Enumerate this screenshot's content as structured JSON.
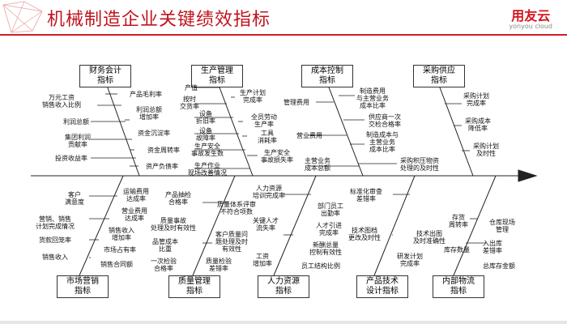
{
  "title": "机械制造企业关键绩效指标",
  "brand": {
    "name": "用友云",
    "sub": "yonyou cloud"
  },
  "categories_top": [
    {
      "id": "finance",
      "label": "财务会计\n指标"
    },
    {
      "id": "production",
      "label": "生产管理\n指标"
    },
    {
      "id": "cost",
      "label": "成本控制\n指标"
    },
    {
      "id": "procurement",
      "label": "采购供应\n指标"
    }
  ],
  "categories_bottom": [
    {
      "id": "marketing",
      "label": "市场营销\n指标"
    },
    {
      "id": "quality",
      "label": "质量管理\n指标"
    },
    {
      "id": "hr",
      "label": "人力资源\n指标"
    },
    {
      "id": "tech",
      "label": "产品技术\n设计指标"
    },
    {
      "id": "logistics",
      "label": "内部物流\n指标"
    }
  ],
  "labels": {
    "finance": [
      "产品毛利率",
      "万元工资\n销售收入比例",
      "利润总额\n增加率",
      "利润总额",
      "资金沉淀率",
      "集团利润\n贡献率",
      "资金周转率",
      "投资收益率",
      "资产负债率"
    ],
    "production": [
      "产值",
      "按时\n交货率",
      "生产计划\n完成率",
      "设备\n折旧率",
      "全员劳动\n生产率",
      "设备\n故障率",
      "工具\n消耗率",
      "生产安全\n事故发生数",
      "生产安全\n事故损失率",
      "生产作业\n现场改善情况"
    ],
    "cost": [
      "管理费用",
      "制造费用\n与主营业务\n成本比率",
      "营业费用",
      "供应商一次\n交检合格率",
      "制造成本与\n主营业务\n成本比率",
      "主营业务\n成本总额",
      "采购积压物资\n处理的及时性"
    ],
    "procurement": [
      "采购计划\n完成率",
      "采购成本\n降低率",
      "采购计划\n及时性"
    ],
    "marketing": [
      "客户\n满意度",
      "运输费用\n达成率",
      "营业费用\n达成率",
      "营销、销售\n计划完成情况",
      "销售收入\n增加率",
      "货款回笼率",
      "市场占有率",
      "销售收入",
      "销售合同额"
    ],
    "quality": [
      "产品抽检\n合格率",
      "质量事故\n处理及时有效性",
      "品管成本\n比重",
      "一次检验\n合格率",
      "质量检验\n差错率",
      "质量体系评审\n不符合项数",
      "客户质量问\n题处理及时\n有效性"
    ],
    "hr": [
      "人力资源\n培训完成率",
      "关键人才\n流失率",
      "部门员工\n出勤率",
      "人才引进\n完成率",
      "新酬总量\n控制有效性",
      "工资\n增加率",
      "员工结构比例"
    ],
    "tech": [
      "标准化审查\n差错率",
      "技术图档\n更改及时性",
      "技术出图\n及时准确性",
      "研发计划\n完成率"
    ],
    "logistics": [
      "存货\n周转率",
      "仓库现场\n管理",
      "入出库\n差错率",
      "库存数量",
      "总库存金额"
    ]
  }
}
